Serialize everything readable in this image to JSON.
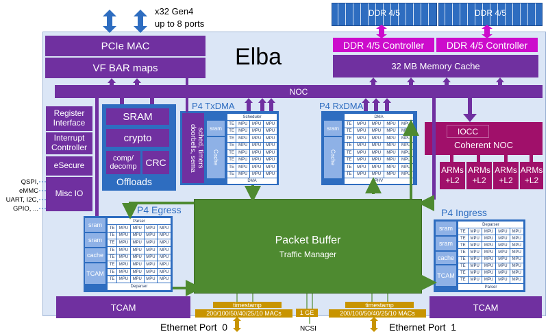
{
  "top_labels": {
    "pcie_ports_line1": "x32 Gen4",
    "pcie_ports_line2": "up to 8 ports"
  },
  "chip_name": "Elba",
  "blocks": {
    "pcie_mac": "PCIe MAC",
    "vf_bar_maps": "VF BAR maps",
    "noc": "NOC",
    "ddr_left": "DDR 4/5",
    "ddr_right": "DDR 4/5",
    "ddr_ctrl_left": "DDR 4/5 Controller",
    "ddr_ctrl_right": "DDR 4/5 Controller",
    "memory_cache": "32 MB Memory Cache",
    "register_interface": "Register Interface",
    "interrupt_controller": "Interrupt Controller",
    "esecure": "eSecure",
    "misc_io": "Misc IO",
    "sram": "SRAM",
    "crypto": "crypto",
    "comp_decomp": "comp/ decomp",
    "crc": "CRC",
    "offloads": "Offloads",
    "tx_dma_title": "P4 TxDMA",
    "tx_side_text": "sched, timers doorbells, sema",
    "tx_scheduler": "Scheduler",
    "tx_dma": "DMA",
    "rx_dma_title": "P4 RxDMA",
    "rx_dma": "DMA",
    "rx_phv": "PHV",
    "sram_small": "sram",
    "cache_small": "Cache",
    "iocc": "IOCC",
    "coherent_noc": "Coherent NOC",
    "arms": [
      "ARMs +L2",
      "ARMs +L2",
      "ARMs +L2",
      "ARMs +L2"
    ],
    "egress_title": "P4 Egress",
    "ingress_title": "P4 Ingress",
    "parser": "Parser",
    "deparser": "Deparser",
    "cache": "cache",
    "tcam": "TCAM",
    "tcam_left": "TCAM",
    "tcam_right": "TCAM",
    "packet_buffer": "Packet Buffer",
    "traffic_manager": "Traffic Manager",
    "timestamp_left": "timestamp",
    "timestamp_right": "timestamp",
    "macs_left": "200/100/50/40/25/10 MACs",
    "macs_right": "200/100/50/40/25/10 MACs",
    "one_ge": "1 GE",
    "ncsi": "NCSI",
    "eth_port_left": "Ethernet Port  0",
    "eth_port_right": "Ethernet Port  1",
    "misc_io_pins": [
      "QSPI,",
      "eMMC",
      "UART, I2C,",
      "GPIO, ..."
    ],
    "te": "TE",
    "mpu": "MPU"
  },
  "colors": {
    "chip_bg": "#dbe6f6",
    "purple": "#7030a0",
    "blue": "#2e6dc0",
    "green": "#4e8a30",
    "gold": "#c89400",
    "magenta": "#a0106a",
    "pink": "#cc0ccc"
  }
}
